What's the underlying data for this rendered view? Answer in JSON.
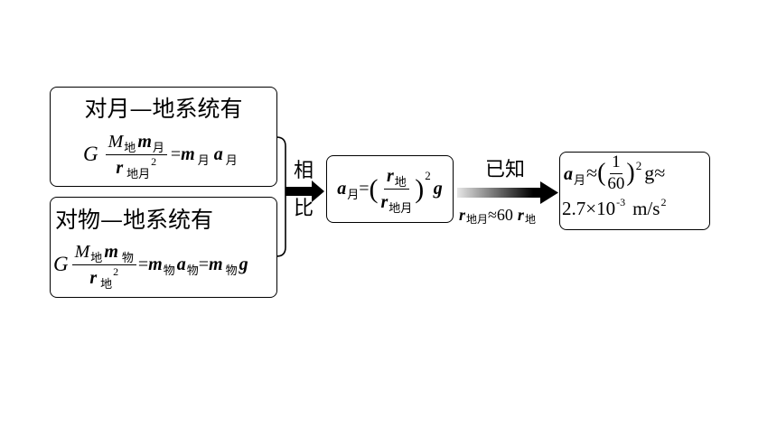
{
  "colors": {
    "stroke": "#000000",
    "background": "#ffffff",
    "arrow_gradient_start": "#e6e6e6",
    "arrow_gradient_end": "#000000"
  },
  "box_moon": {
    "title": "对月—地系统有",
    "G": "G",
    "num": {
      "M": "M",
      "M_sub": "地",
      "m": "m",
      "m_sub": "月"
    },
    "den": {
      "r": "r",
      "r_sub": "地月",
      "exp": "2"
    },
    "rhs": {
      "eq": "=",
      "m": "m",
      "m_sub": "月",
      "a": "a",
      "a_sub": "月"
    }
  },
  "box_object": {
    "title": "对物—地系统有",
    "G": "G",
    "num": {
      "M": "M",
      "M_sub": "地",
      "m": "m",
      "m_sub": "物"
    },
    "den": {
      "r": "r",
      "r_sub": "地",
      "exp": "2"
    },
    "rhs": {
      "eq1": "=",
      "m1": "m",
      "m1_sub": "物",
      "a": "a",
      "a_sub": "物",
      "eq2": "=",
      "m2": "m",
      "m2_sub": "物",
      "g": "g"
    }
  },
  "compare": {
    "label_1": "相",
    "label_2": "比"
  },
  "box_ratio": {
    "a": "a",
    "a_sub": "月",
    "eq": "=",
    "lparen": "(",
    "num_r": "r",
    "num_sub": "地",
    "den_r": "r",
    "den_sub": "地月",
    "rparen": ")",
    "exp": "2",
    "g": "g"
  },
  "known": {
    "label": "已知",
    "r1": "r",
    "r1_sub": "地月",
    "relation": "≈60",
    "r2": "r",
    "r2_sub": "地"
  },
  "box_result": {
    "line1": {
      "a": "a",
      "a_sub": "月",
      "approx": "≈",
      "lparen": "(",
      "num": "1",
      "den": "60",
      "rparen": ")",
      "exp": "2",
      "tail": "g≈"
    },
    "line2": {
      "mantissa": "2.7×10",
      "exp": "-3",
      "unit": "m/s",
      "unit_exp": "2"
    }
  }
}
